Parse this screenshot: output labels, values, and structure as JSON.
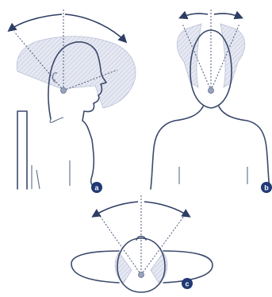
{
  "panels": [
    {
      "badge": "a",
      "view": "side"
    },
    {
      "badge": "b",
      "view": "back"
    },
    {
      "badge": "c",
      "view": "top"
    }
  ],
  "colors": {
    "outline": "#3b4a6b",
    "badge": "#203a74",
    "shade": "#c9cde0"
  }
}
